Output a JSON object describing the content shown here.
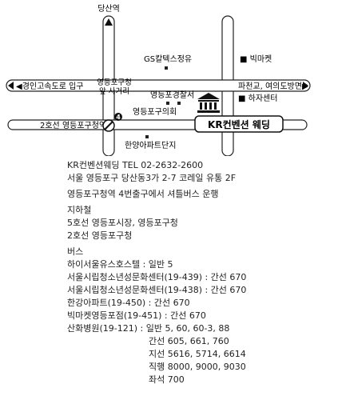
{
  "map": {
    "labels": {
      "dangsan": "당산역",
      "gs": "GS칼텍스정유",
      "bigmarket": "■ 빅마켓",
      "gyeongin": "◀경인고속도로 입구",
      "office_junction_1": "영등포구청",
      "office_junction_2": "앞 사거리",
      "police": "영등포경찰서",
      "hija": "■ 하자센터",
      "gwacheon": "파천교, 여의도방면▶",
      "council": "영등포구의회",
      "line2": "2호선 영등포구청역",
      "hanyang": "한양아파트단지",
      "venue": "KR컨벤션 웨딩",
      "line_no": "4"
    }
  },
  "info": {
    "name_tel": "KR컨벤션웨딩  TEL 02-2632-2600",
    "address": "서울 영등포구 당산동3가 2-7 코레일 유통 2F",
    "shuttle": "영등포구청역 4번출구에서 셔틀버스 운행",
    "subway_title": "지하철",
    "subway_lines": [
      "5호선 영등포시장, 영등포구청",
      "2호선 영등포구청"
    ],
    "bus_title": "버스",
    "bus_lines": [
      "하이서울유스호스텔 : 일반 5",
      "서울시립청소년성문화센터(19-439) : 간선 670",
      "서울시립청소년성문화센터(19-438) : 간선 670",
      "한강아파트(19-450) : 간선 670",
      "빅마켓영등포점(19-451) : 간선 670",
      "산화병원(19-121) : 일반 5, 60, 60-3, 88"
    ],
    "bus_continued": [
      "간선 605, 661, 760",
      "지선 5616, 5714, 6614",
      "직행 8000, 9000, 9030",
      "좌석 700"
    ]
  }
}
